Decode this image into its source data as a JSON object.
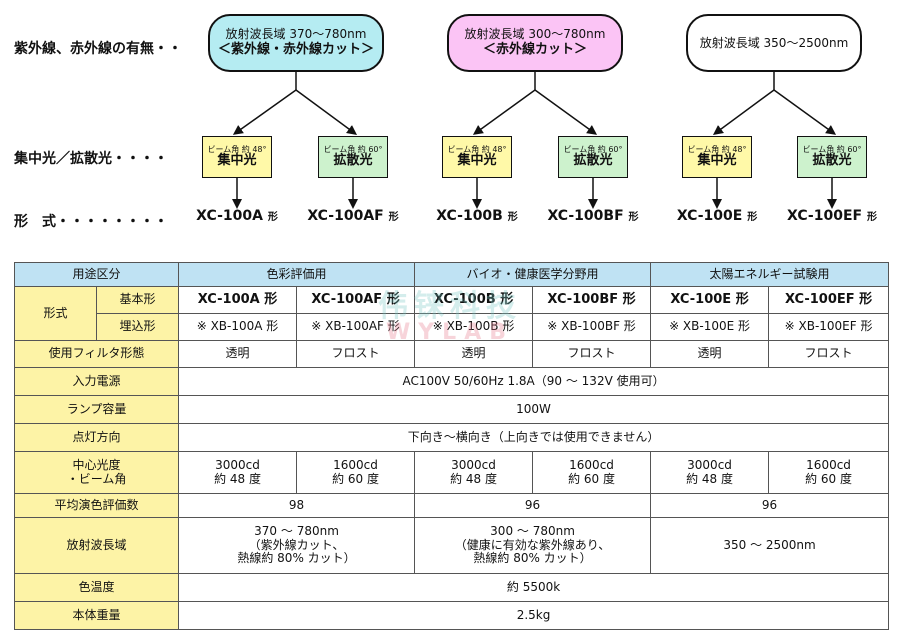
{
  "diagram": {
    "row_labels": {
      "uv_ir": "紫外線、赤外線の有無・・",
      "concentrate": "集中光／拡散光・・・・",
      "model": "形　式・・・・・・・・"
    },
    "groups": [
      {
        "range": "放射波長域 370～780nm",
        "cut": "＜紫外線・赤外線カット＞",
        "color": "#b5ecf2",
        "boxes": [
          {
            "beam": "ビーム角 約 48°",
            "type": "集中光",
            "color": "#fff9a8",
            "model": "XC-100A",
            "suffix": "形"
          },
          {
            "beam": "ビーム角 約 60°",
            "type": "拡散光",
            "color": "#cdf2cd",
            "model": "XC-100AF",
            "suffix": "形"
          }
        ]
      },
      {
        "range": "放射波長域 300～780nm",
        "cut": "＜赤外線カット＞",
        "color": "#fbc4f5",
        "boxes": [
          {
            "beam": "ビーム角 約 48°",
            "type": "集中光",
            "color": "#fff9a8",
            "model": "XC-100B",
            "suffix": "形"
          },
          {
            "beam": "ビーム角 約 60°",
            "type": "拡散光",
            "color": "#cdf2cd",
            "model": "XC-100BF",
            "suffix": "形"
          }
        ]
      },
      {
        "range": "放射波長域 350～2500nm",
        "cut": "",
        "color": "#ffffff",
        "boxes": [
          {
            "beam": "ビーム角 約 48°",
            "type": "集中光",
            "color": "#fff9a8",
            "model": "XC-100E",
            "suffix": "形"
          },
          {
            "beam": "ビーム角 約 60°",
            "type": "拡散光",
            "color": "#cdf2cd",
            "model": "XC-100EF",
            "suffix": "形"
          }
        ]
      }
    ]
  },
  "watermark": {
    "line1": "伟铼科技",
    "line2": "WYLAB"
  },
  "table": {
    "usage_label": "用途区分",
    "usage": [
      "色彩評価用",
      "バイオ・健康医学分野用",
      "太陽エネルギー試験用"
    ],
    "format_label": "形式",
    "basic_label": "基本形",
    "basic": [
      "XC-100A 形",
      "XC-100AF 形",
      "XC-100B 形",
      "XC-100BF 形",
      "XC-100E 形",
      "XC-100EF 形"
    ],
    "embed_label": "埋込形",
    "embed": [
      "※ XB-100A 形",
      "※ XB-100AF 形",
      "※ XB-100B 形",
      "※ XB-100BF 形",
      "※ XB-100E 形",
      "※ XB-100EF 形"
    ],
    "filter_label": "使用フィルタ形態",
    "filter": [
      "透明",
      "フロスト",
      "透明",
      "フロスト",
      "透明",
      "フロスト"
    ],
    "power_label": "入力電源",
    "power": "AC100V 50/60Hz 1.8A（90 ～ 132V 使用可）",
    "lamp_label": "ランプ容量",
    "lamp": "100W",
    "direction_label": "点灯方向",
    "direction": "下向き～横向き（上向きでは使用できません）",
    "intensity_label_1": "中心光度",
    "intensity_label_2": "・ビーム角",
    "intensity": [
      {
        "cd": "3000cd",
        "angle": "約 48 度"
      },
      {
        "cd": "1600cd",
        "angle": "約 60 度"
      },
      {
        "cd": "3000cd",
        "angle": "約 48 度"
      },
      {
        "cd": "1600cd",
        "angle": "約 60 度"
      },
      {
        "cd": "3000cd",
        "angle": "約 48 度"
      },
      {
        "cd": "1600cd",
        "angle": "約 60 度"
      }
    ],
    "cri_label": "平均演色評価数",
    "cri": [
      "98",
      "96",
      "96"
    ],
    "wavelength_label": "放射波長域",
    "wavelength": [
      {
        "l1": "370 ～ 780nm",
        "l2": "（紫外線カット、",
        "l3": "熱線約 80% カット）"
      },
      {
        "l1": "300 ～ 780nm",
        "l2": "（健康に有効な紫外線あり、",
        "l3": "熱線約 80% カット）"
      },
      {
        "l1": "350 ～ 2500nm",
        "l2": "",
        "l3": ""
      }
    ],
    "colortemp_label": "色温度",
    "colortemp": "約 5500k",
    "weight_label": "本体重量",
    "weight": "2.5kg"
  }
}
